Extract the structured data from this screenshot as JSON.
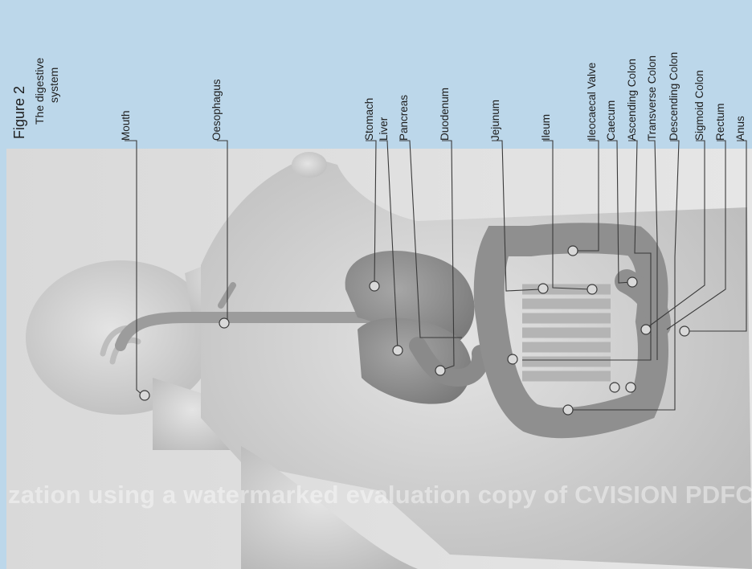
{
  "figure": {
    "title": "Figure 2",
    "subtitle_line1": "The digestive",
    "subtitle_line2": "system"
  },
  "labels": {
    "mouth": "Mouth",
    "oesophagus": "Oesophagus",
    "stomach": "Stomach",
    "liver": "Liver",
    "pancreas": "Pancreas",
    "duodenum": "Duodenum",
    "jejunum": "Jejunum",
    "ileum": "Ileum",
    "ileocaecal_valve": "Ileocaecal Valve",
    "caecum": "Caecum",
    "ascending_colon": "Ascending Colon",
    "transverse_colon": "Transverse Colon",
    "descending_colon": "Descending Colon",
    "sigmoid_colon": "Sigmoid Colon",
    "rectum": "Rectum",
    "anus": "Anus"
  },
  "watermark": "zation using a watermarked evaluation copy of CVISION PDFCor",
  "colors": {
    "background": "#bcd7ea",
    "panel": "#dcdcdc",
    "body": "#cfcfcf",
    "organ": "#8e8e8e",
    "leader": "#3a3a3a"
  }
}
